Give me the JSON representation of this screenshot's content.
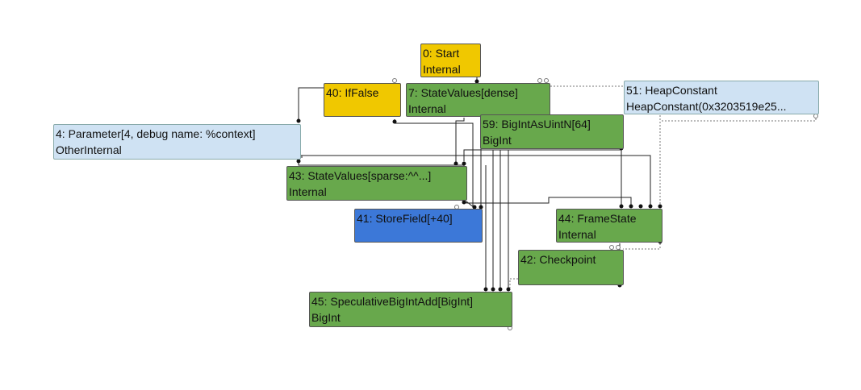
{
  "colors": {
    "control": "#f0c800",
    "value": "#68a84c",
    "input": "#cfe2f3",
    "effect": "#3c78d8",
    "edge": "#222222",
    "dashed_edge": "#777777"
  },
  "nodes": {
    "n0": {
      "title": "0: Start",
      "sub": "Internal"
    },
    "n40": {
      "title": "40: IfFalse",
      "sub": ""
    },
    "n7": {
      "title": "7: StateValues[dense]",
      "sub": "Internal"
    },
    "n51": {
      "title": "51: HeapConstant",
      "sub": "HeapConstant(0x3203519e25..."
    },
    "n4": {
      "title": "4: Parameter[4, debug name: %context]",
      "sub": "OtherInternal"
    },
    "n59": {
      "title": "59: BigIntAsUintN[64]",
      "sub": "BigInt"
    },
    "n43": {
      "title": "43: StateValues[sparse:^^...]",
      "sub": "Internal"
    },
    "n41": {
      "title": "41: StoreField[+40]",
      "sub": ""
    },
    "n44": {
      "title": "44: FrameState",
      "sub": "Internal"
    },
    "n42": {
      "title": "42: Checkpoint",
      "sub": ""
    },
    "n45": {
      "title": "45: SpeculativeBigIntAdd[BigInt]",
      "sub": "BigInt"
    }
  }
}
